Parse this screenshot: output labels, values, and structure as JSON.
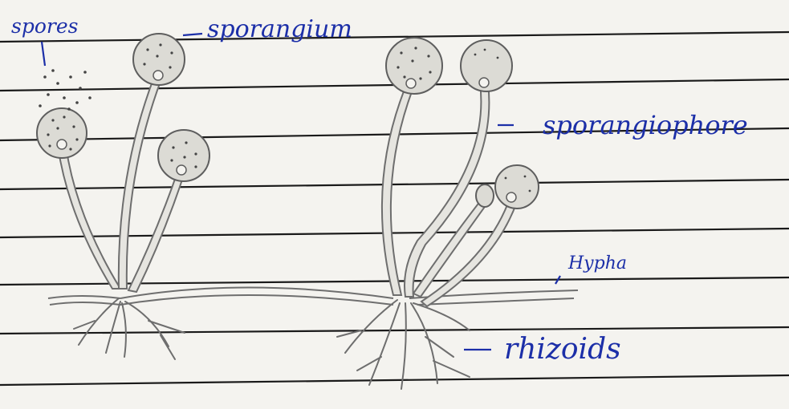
{
  "labels": {
    "spores": "spores",
    "sporangium": "sporangium",
    "sporangiophore": "sporangiophore",
    "hypha": "Hypha",
    "rhizoids": "rhizoids"
  },
  "colors": {
    "paper": "#f4f3ef",
    "ruled_line": "#1a1a1a",
    "pencil": "#6e6e6e",
    "shading": "#c9c9c9",
    "ink": "#1c2fa8"
  }
}
